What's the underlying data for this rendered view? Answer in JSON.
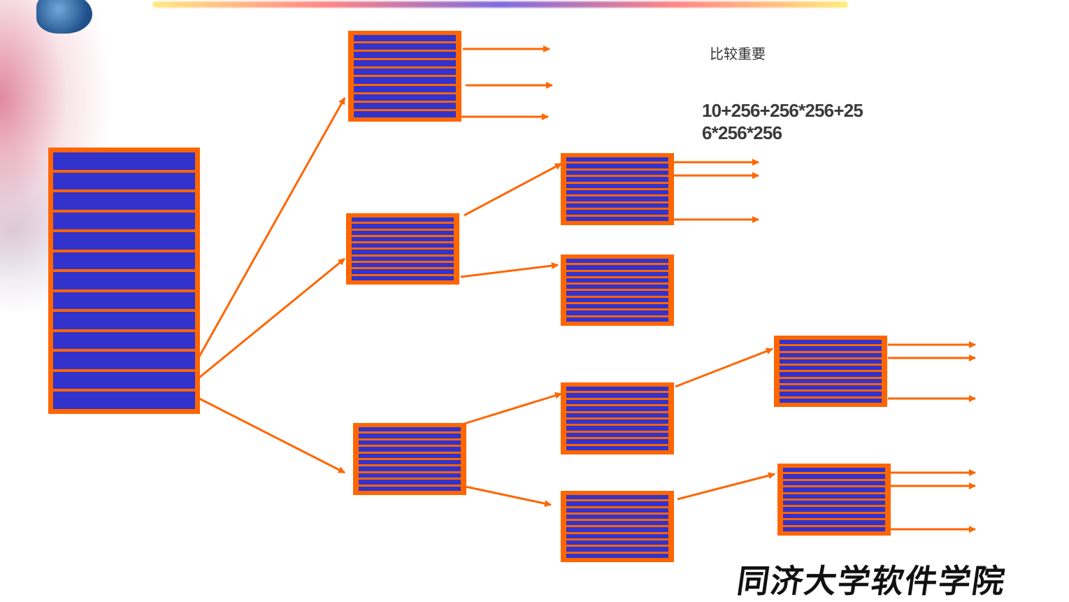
{
  "annotation": "比较重要",
  "formula": [
    "10+256+256*256+25",
    "6*256*256"
  ],
  "watermark": "同济大学软件学院",
  "colors": {
    "row_fill": "#3232cc",
    "border": "#ff6600",
    "arrow": "#ff6600"
  },
  "nodes": [
    {
      "id": "root",
      "rows": 13
    },
    {
      "id": "level1-top",
      "rows": 10
    },
    {
      "id": "level1-mid",
      "rows": 10
    },
    {
      "id": "level1-bottom",
      "rows": 10
    },
    {
      "id": "level2-a",
      "rows": 10
    },
    {
      "id": "level2-b",
      "rows": 10
    },
    {
      "id": "level2-c",
      "rows": 10
    },
    {
      "id": "level2-d",
      "rows": 10
    },
    {
      "id": "level3-a",
      "rows": 10
    },
    {
      "id": "level3-b",
      "rows": 10
    }
  ]
}
